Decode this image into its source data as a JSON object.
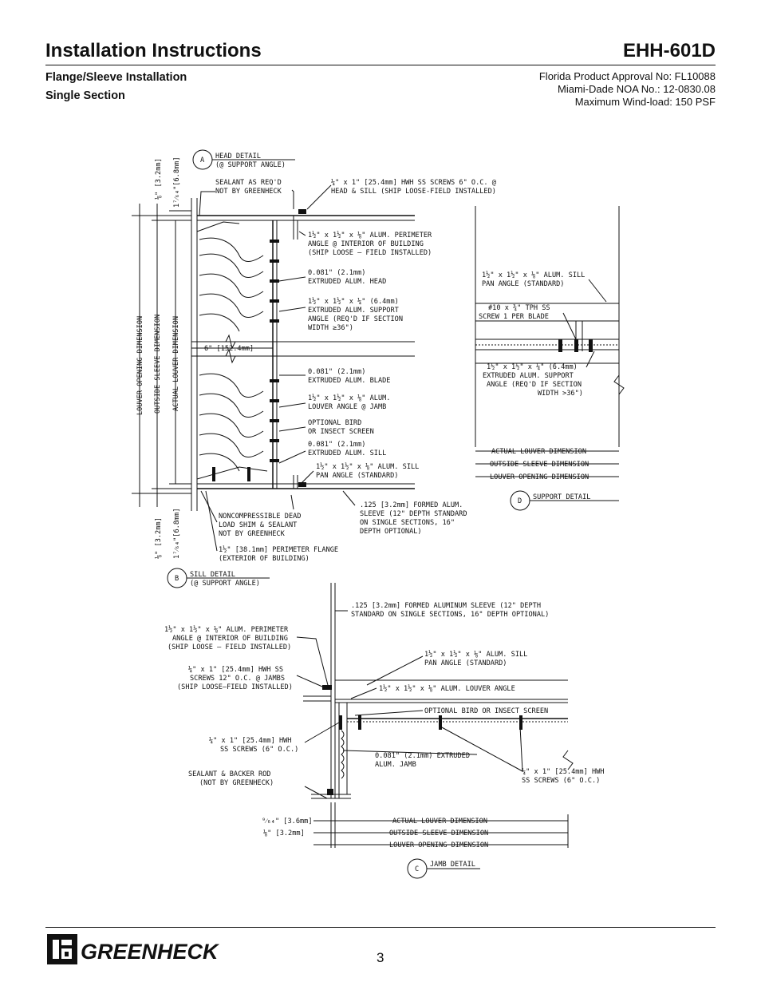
{
  "header": {
    "title": "Installation Instructions",
    "model": "EHH-601D",
    "subtitle1": "Flange/Sleeve Installation",
    "subtitle2": "Single Section",
    "approval1": "Florida Product Approval No: FL10088",
    "approval2": "Miami-Dade NOA No.: 12-0830.08",
    "approval3": "Maximum Wind-load: 150 PSF"
  },
  "drawing": {
    "detail_a": {
      "letter": "A",
      "line1": "HEAD DETAIL",
      "line2": "(@ SUPPORT ANGLE)"
    },
    "detail_b": {
      "letter": "B",
      "line1": "SILL DETAIL",
      "line2": "(@ SUPPORT ANGLE)"
    },
    "detail_c": {
      "letter": "C",
      "line1": "JAMB DETAIL"
    },
    "detail_d": {
      "letter": "D",
      "line1": "SUPPORT DETAIL"
    },
    "dims": {
      "top_a": "⅛\" [3.2mm]",
      "top_b": "1⁷⁄₆₄\"[6.8mm]",
      "bot_a": "⅛\" [3.2mm]",
      "bot_b": "1⁷⁄₆₄\"[6.8mm]",
      "louver_opening": "LOUVER OPENING DIMENSION",
      "outside_sleeve": "OUTSIDE SLEEVE DIMENSION",
      "actual_louver": "ACTUAL LOUVER DIMENSION",
      "six_inch": "6\" [152.4mm]",
      "jamb_a": "⁹⁄₆₄\" [3.6mm]",
      "jamb_b": "⅛\" [3.2mm]"
    },
    "notes": {
      "sealant1": "SEALANT AS REQ'D",
      "sealant2": "NOT BY GREENHECK",
      "screws_head1": "¼\" x 1\" [25.4mm] HWH SS SCREWS 6\" O.C. @",
      "screws_head2": "HEAD & SILL (SHIP LOOSE-FIELD INSTALLED)",
      "perim1": "1½\" x 1½\" x ⅛\" ALUM. PERIMETER",
      "perim2": "ANGLE @ INTERIOR OF BUILDING",
      "perim3": "(SHIP LOOSE – FIELD INSTALLED)",
      "head1": "0.081\" (2.1mm)",
      "head2": "EXTRUDED ALUM. HEAD",
      "support1": "1½\" x 1½\" x ¼\" (6.4mm)",
      "support2": "EXTRUDED ALUM. SUPPORT",
      "support3": "ANGLE (REQ'D IF SECTION",
      "support4": "WIDTH ≥36\")",
      "blade1": "0.081\" (2.1mm)",
      "blade2": "EXTRUDED ALUM. BLADE",
      "jambangle1": "1½\" x 1½\" x ⅛\" ALUM.",
      "jambangle2": "LOUVER ANGLE @ JAMB",
      "screen1": "OPTIONAL BIRD",
      "screen2": "OR INSECT SCREEN",
      "sill1": "0.081\" (2.1mm)",
      "sill2": "EXTRUDED ALUM. SILL",
      "sillpan1": "1½\" x 1½\" x ⅛\" ALUM. SILL",
      "sillpan2": "PAN ANGLE (STANDARD)",
      "shim1": "NONCOMPRESSIBLE DEAD",
      "shim2": "LOAD SHIM & SEALANT",
      "shim3": "NOT BY GREENHECK",
      "sleeve1": ".125 [3.2mm] FORMED ALUM.",
      "sleeve2": "SLEEVE (12\" DEPTH STANDARD",
      "sleeve3": "ON SINGLE SECTIONS, 16\"",
      "sleeve4": "DEPTH OPTIONAL)",
      "flange1": "1½\" [38.1mm] PERIMETER FLANGE",
      "flange2": "(EXTERIOR OF BUILDING)",
      "d_sillpan1": "1½\" x 1½\" x ⅛\" ALUM. SILL",
      "d_sillpan2": "PAN ANGLE (STANDARD)",
      "d_tph1": "#10 x ¾\" TPH SS",
      "d_tph2": "SCREW 1 PER BLADE",
      "d_sup1": "1½\" x 1½\" x ¼\" (6.4mm)",
      "d_sup2": "EXTRUDED ALUM. SUPPORT",
      "d_sup3": "ANGLE (REQ'D IF SECTION",
      "d_sup4": "WIDTH >36\")",
      "c_sleeve1": ".125 [3.2mm] FORMED ALUMINUM SLEEVE (12\" DEPTH",
      "c_sleeve2": "STANDARD ON SINGLE SECTIONS, 16\" DEPTH OPTIONAL)",
      "c_perim1": "1½\" x 1½\" x ⅛\" ALUM. PERIMETER",
      "c_perim2": "ANGLE @ INTERIOR OF BUILDING",
      "c_perim3": "(SHIP LOOSE – FIELD INSTALLED)",
      "c_sillpan1": "1½\" x 1½\" x ⅛\" ALUM. SILL",
      "c_sillpan2": "PAN ANGLE (STANDARD)",
      "c_screws1": "¼\" x 1\" [25.4mm] HWH SS",
      "c_screws2": "SCREWS 12\" O.C. @ JAMBS",
      "c_screws3": "(SHIP LOOSE–FIELD INSTALLED)",
      "c_louverangle": "1½\" x 1½\" x ⅛\" ALUM. LOUVER ANGLE",
      "c_screen": "OPTIONAL BIRD OR INSECT SCREEN",
      "c_hwh1": "¼\" x 1\" [25.4mm] HWH",
      "c_hwh2": "SS SCREWS (6\" O.C.)",
      "c_jamb1": "0.081\" (2.1mm) EXTRUDED",
      "c_jamb2": "ALUM. JAMB",
      "c_sealant1": "SEALANT & BACKER ROD",
      "c_sealant2": "(NOT BY GREENHECK)",
      "c_hwh3": "¼\" x 1\" [25.4mm] HWH",
      "c_hwh4": "SS SCREWS (6\" O.C.)"
    }
  },
  "footer": {
    "brand": "GREENHECK",
    "page": "3"
  }
}
